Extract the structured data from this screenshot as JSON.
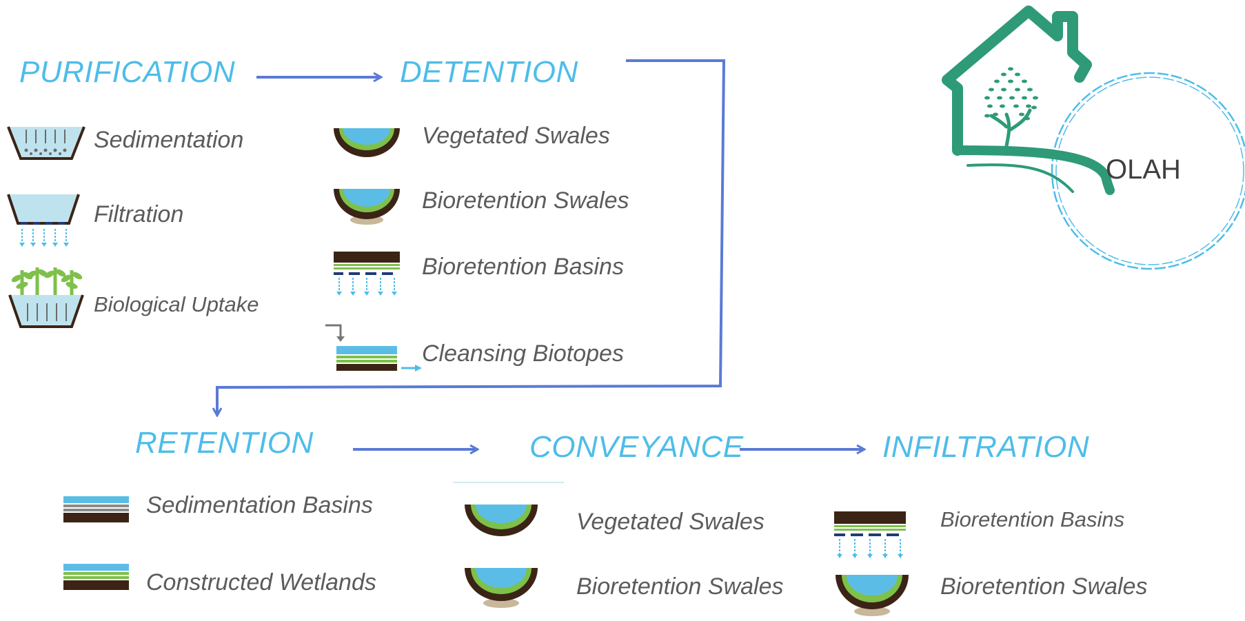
{
  "logo": {
    "text": "OLAH"
  },
  "stages": {
    "purification": {
      "title": "PURIFICATION",
      "items": [
        "Sedimentation",
        "Filtration",
        "Biological Uptake"
      ]
    },
    "detention": {
      "title": "DETENTION",
      "items": [
        "Vegetated Swales",
        "Bioretention Swales",
        "Bioretention Basins",
        "Cleansing Biotopes"
      ]
    },
    "retention": {
      "title": "RETENTION",
      "items": [
        "Sedimentation Basins",
        "Constructed Wetlands"
      ]
    },
    "conveyance": {
      "title": "CONVEYANCE",
      "items": [
        "Vegetated Swales",
        "Bioretention Swales"
      ]
    },
    "infiltration": {
      "title": "INFILTRATION",
      "items": [
        "Bioretention Basins",
        "Bioretention Swales"
      ]
    }
  },
  "colors": {
    "heading": "#4dbde9",
    "text": "#5b5b5b",
    "arrow": "#5b7ad6",
    "logo": "#2e9a78",
    "water": "#5bbde6",
    "soil": "#3b2416",
    "grass": "#7ec04a"
  },
  "icons": {
    "sedimentation": "sedimentation-basin-icon",
    "filtration": "filtration-basin-icon",
    "biological_uptake": "plant-uptake-icon",
    "vegetated_swale": "vegetated-swale-icon",
    "bioretention_swale": "bioretention-swale-icon",
    "bioretention_basin": "bioretention-basin-icon",
    "cleansing_biotope": "cleansing-biotope-icon",
    "sedimentation_basin_layers": "sedimentation-layers-icon",
    "constructed_wetland": "wetland-layers-icon"
  }
}
